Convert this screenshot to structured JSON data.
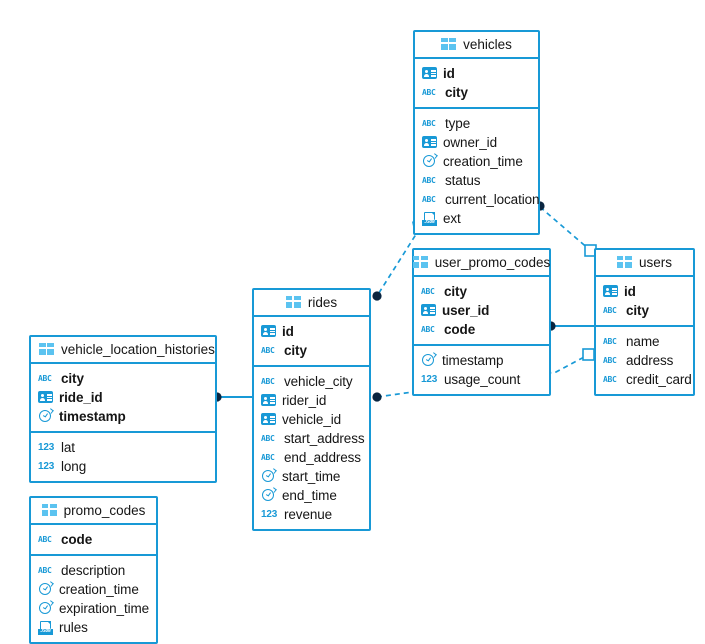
{
  "diagram": {
    "title": "database-er-diagram",
    "accent_color": "#1899d6",
    "icon_light": "#5bc3f0",
    "text_color": "#151515",
    "background": "#ffffff",
    "header_icon_name": "table-icon"
  },
  "entities": [
    {
      "id": "vehicles",
      "name": "vehicles",
      "keys": [
        {
          "label": "id",
          "icon": "id-card-icon"
        },
        {
          "label": "city",
          "icon": "abc-icon"
        }
      ],
      "fields": [
        {
          "label": "type",
          "icon": "abc-icon"
        },
        {
          "label": "owner_id",
          "icon": "id-card-icon"
        },
        {
          "label": "creation_time",
          "icon": "clock-icon"
        },
        {
          "label": "status",
          "icon": "abc-icon"
        },
        {
          "label": "current_location",
          "icon": "abc-icon"
        },
        {
          "label": "ext",
          "icon": "json-icon"
        }
      ]
    },
    {
      "id": "user_promo_codes",
      "name": "user_promo_codes",
      "keys": [
        {
          "label": "city",
          "icon": "abc-icon"
        },
        {
          "label": "user_id",
          "icon": "id-card-icon"
        },
        {
          "label": "code",
          "icon": "abc-icon"
        }
      ],
      "fields": [
        {
          "label": "timestamp",
          "icon": "clock-icon"
        },
        {
          "label": "usage_count",
          "icon": "123-icon"
        }
      ]
    },
    {
      "id": "users",
      "name": "users",
      "keys": [
        {
          "label": "id",
          "icon": "id-card-icon"
        },
        {
          "label": "city",
          "icon": "abc-icon"
        }
      ],
      "fields": [
        {
          "label": "name",
          "icon": "abc-icon"
        },
        {
          "label": "address",
          "icon": "abc-icon"
        },
        {
          "label": "credit_card",
          "icon": "abc-icon"
        }
      ]
    },
    {
      "id": "rides",
      "name": "rides",
      "keys": [
        {
          "label": "id",
          "icon": "id-card-icon"
        },
        {
          "label": "city",
          "icon": "abc-icon"
        }
      ],
      "fields": [
        {
          "label": "vehicle_city",
          "icon": "abc-icon"
        },
        {
          "label": "rider_id",
          "icon": "id-card-icon"
        },
        {
          "label": "vehicle_id",
          "icon": "id-card-icon"
        },
        {
          "label": "start_address",
          "icon": "abc-icon"
        },
        {
          "label": "end_address",
          "icon": "abc-icon"
        },
        {
          "label": "start_time",
          "icon": "clock-icon"
        },
        {
          "label": "end_time",
          "icon": "clock-icon"
        },
        {
          "label": "revenue",
          "icon": "123-icon"
        }
      ]
    },
    {
      "id": "vehicle_location_histories",
      "name": "vehicle_location_histories",
      "keys": [
        {
          "label": "city",
          "icon": "abc-icon"
        },
        {
          "label": "ride_id",
          "icon": "id-card-icon"
        },
        {
          "label": "timestamp",
          "icon": "clock-icon"
        }
      ],
      "fields": [
        {
          "label": "lat",
          "icon": "123-icon"
        },
        {
          "label": "long",
          "icon": "123-icon"
        }
      ]
    },
    {
      "id": "promo_codes",
      "name": "promo_codes",
      "keys": [
        {
          "label": "code",
          "icon": "abc-icon"
        }
      ],
      "fields": [
        {
          "label": "description",
          "icon": "abc-icon"
        },
        {
          "label": "creation_time",
          "icon": "clock-icon"
        },
        {
          "label": "expiration_time",
          "icon": "clock-icon"
        },
        {
          "label": "rules",
          "icon": "json-icon"
        }
      ]
    }
  ],
  "icon_text": {
    "abc": "ABC",
    "num": "123",
    "json": "JSON"
  },
  "relationships": [
    {
      "from": "vehicles",
      "to": "user_promo_codes",
      "style": "dashed",
      "from_marker": "open-square",
      "to_marker": "filled-dot"
    },
    {
      "from": "vehicles",
      "to": "users",
      "style": "dashed",
      "from_marker": "filled-dot",
      "to_marker": "open-square"
    },
    {
      "from": "user_promo_codes",
      "to": "users",
      "style": "solid",
      "from_marker": "filled-dot",
      "to_marker": "none"
    },
    {
      "from": "rides",
      "to": "users",
      "style": "dashed",
      "from_marker": "filled-dot",
      "to_marker": "open-square"
    },
    {
      "from": "vehicle_location_histories",
      "to": "rides",
      "style": "solid",
      "from_marker": "filled-dot",
      "to_marker": "none"
    }
  ]
}
